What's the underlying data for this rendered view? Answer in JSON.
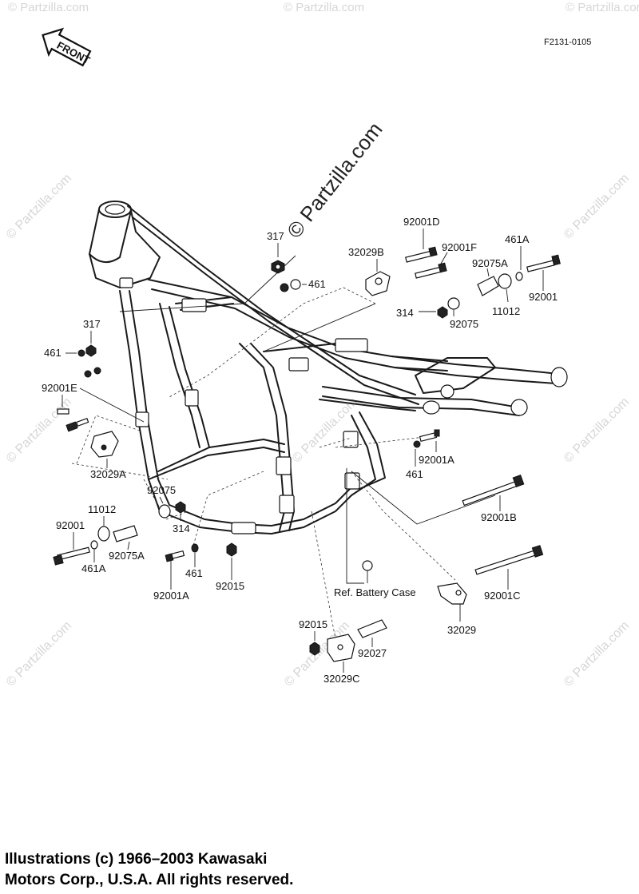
{
  "figure_code": "F2131-0105",
  "front_arrow_label": "FRONT",
  "watermark": "© Partzilla.com",
  "copyright_lines": [
    "Illustrations (c) 1966–2003 Kawasaki",
    "Motors Corp., U.S.A.  All rights reserved."
  ],
  "callouts": {
    "p317_top": "317",
    "p461_top": "461",
    "p32029B": "32029B",
    "p92001D": "92001D",
    "p92001F": "92001F",
    "p461A_top": "461A",
    "p92075A_top": "92075A",
    "p11012_top": "11012",
    "p92001_top": "92001",
    "p314_top": "314",
    "p92075_top": "92075",
    "p317_left": "317",
    "p461_left": "461",
    "p92001E": "92001E",
    "p32029A": "32029A",
    "p92075_left": "92075",
    "p11012_left": "11012",
    "p314_left": "314",
    "p92001_left": "92001",
    "p461A_left": "461A",
    "p92075A_left": "92075A",
    "p461_bottom": "461",
    "p92001A_left": "92001A",
    "p92015_mid": "92015",
    "p92001A_right": "92001A",
    "p461_right": "461",
    "p92001B": "92001B",
    "ref_battery_case": "Ref.  Battery Case",
    "p92001C": "92001C",
    "p32029": "32029",
    "p92015_bottom": "92015",
    "p92027": "92027",
    "p32029C": "32029C"
  }
}
